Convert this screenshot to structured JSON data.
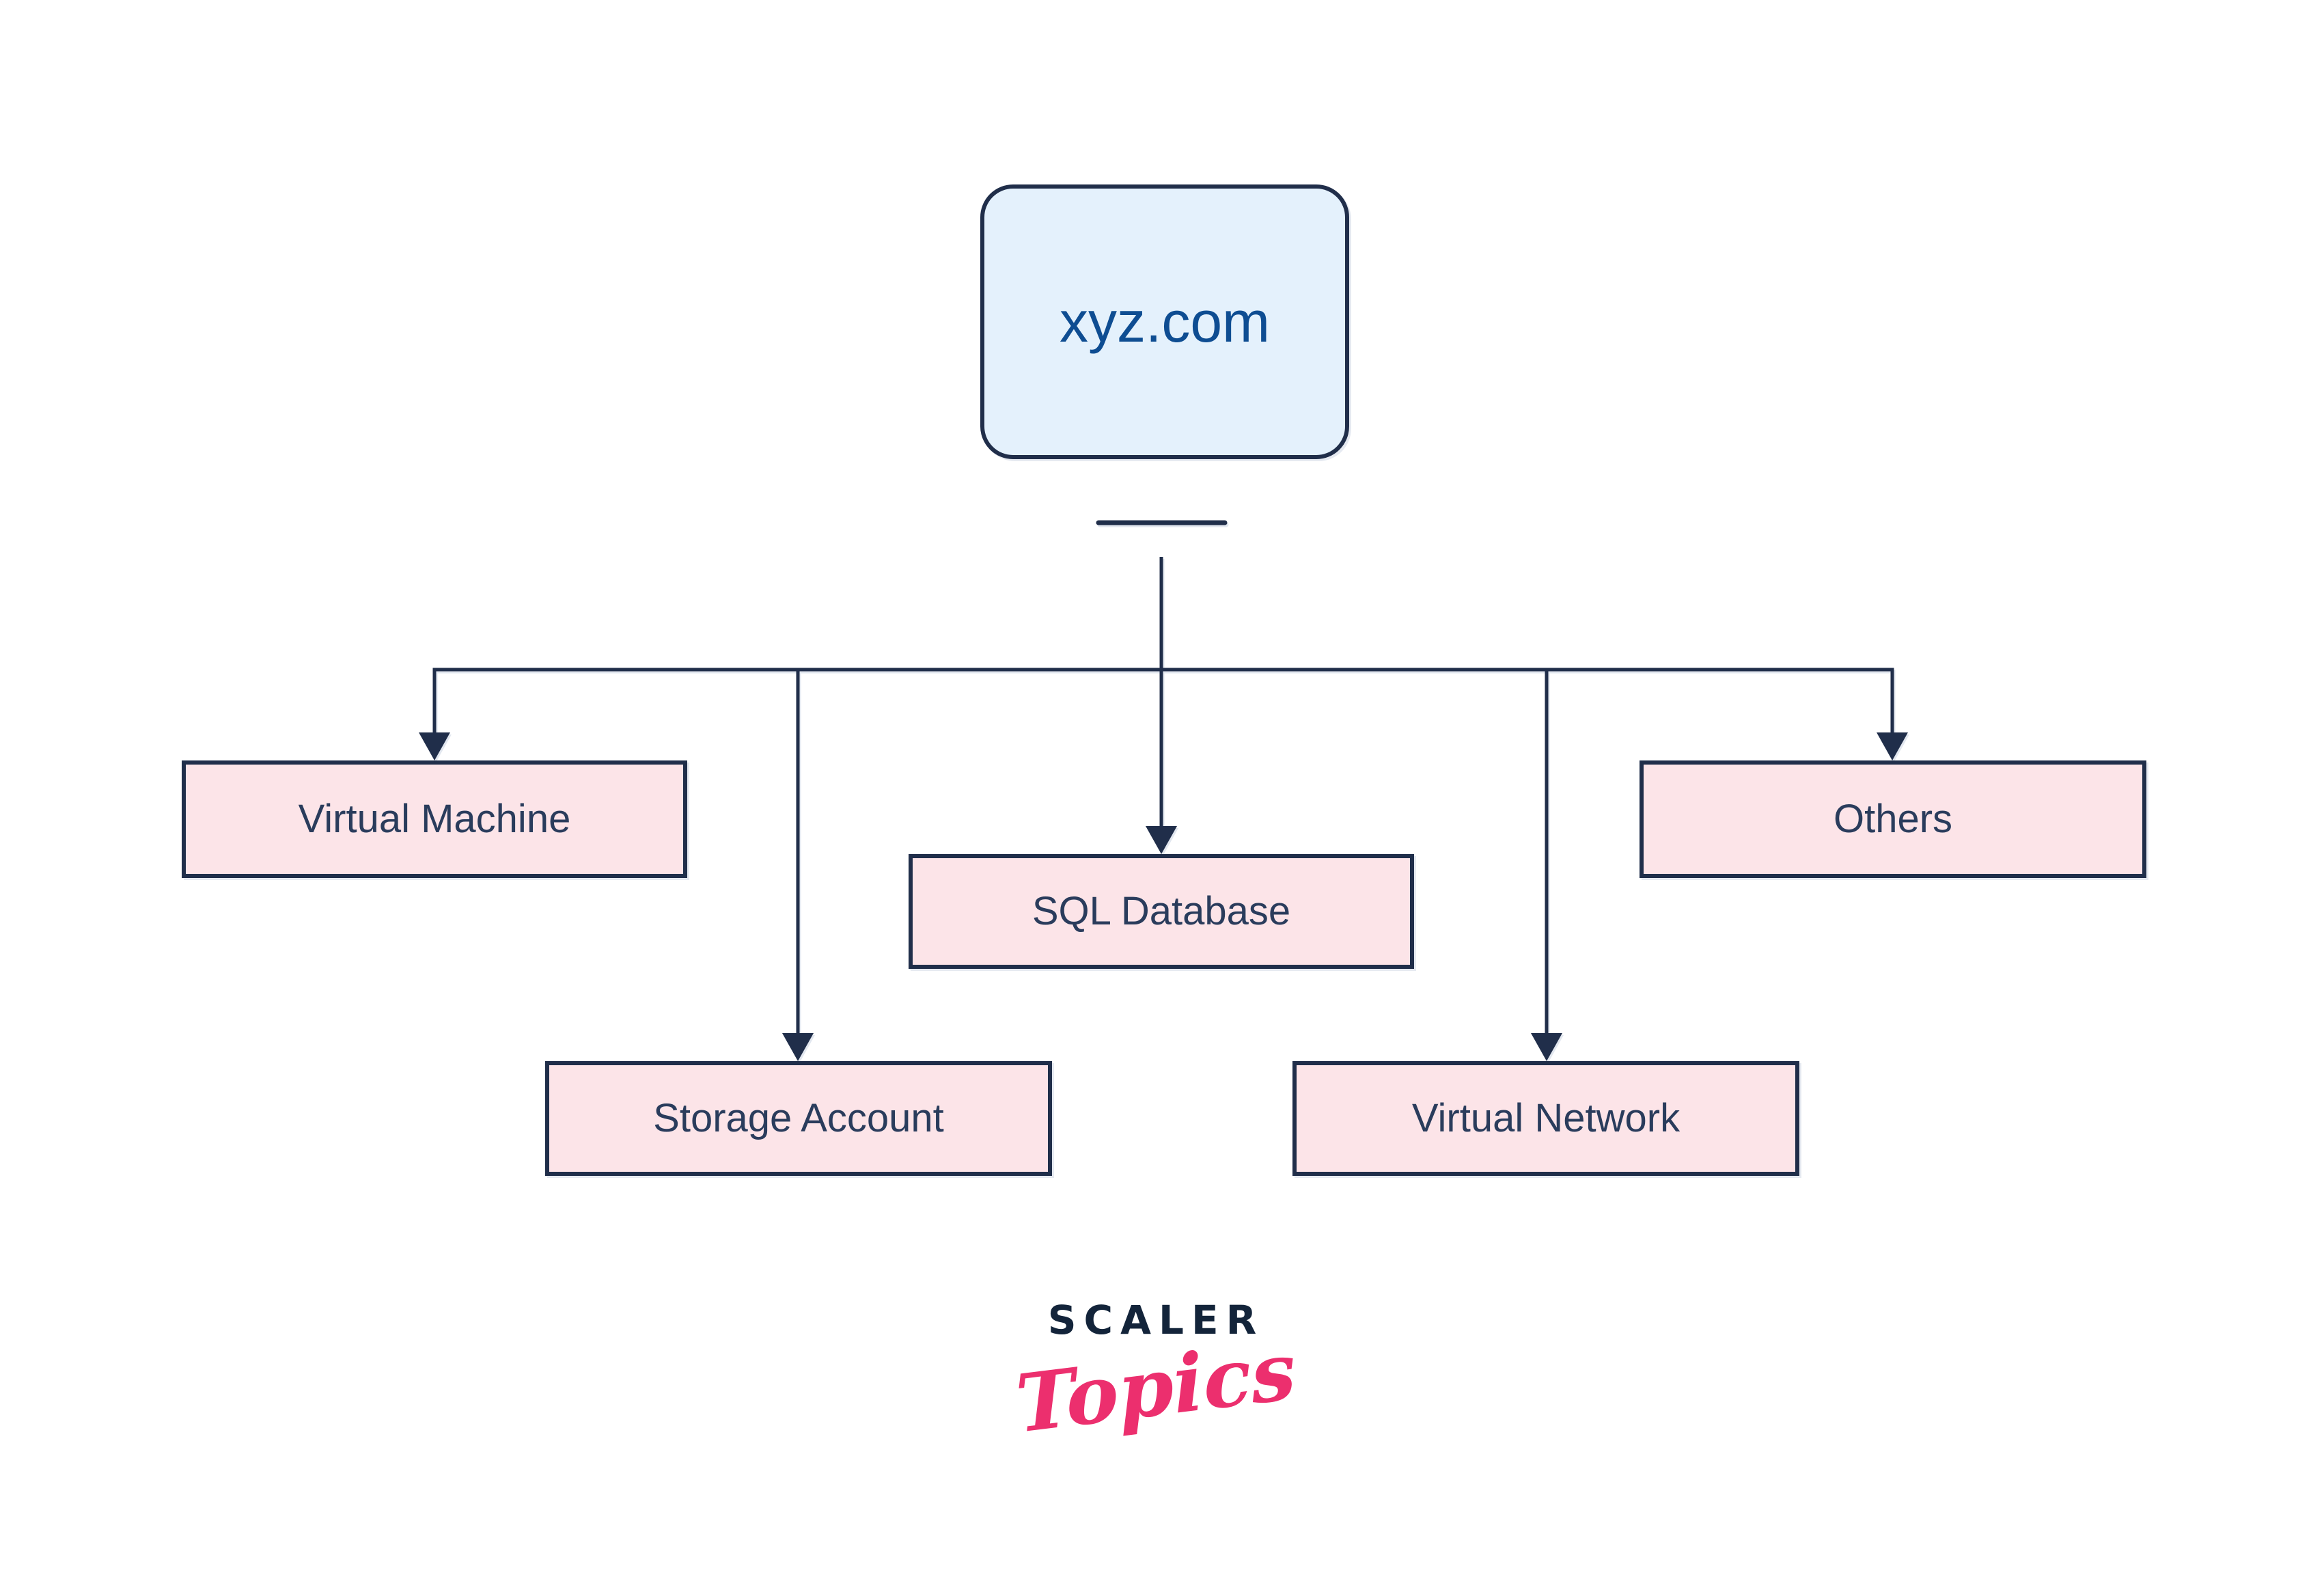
{
  "theme": {
    "background": "#ffffff",
    "line": "#202e4a",
    "node_border": "#202e4a",
    "root_fill": "#e4f1fc",
    "root_text": "#0e4d92",
    "child_fill": "#fce4e8",
    "child_text": "#2a3c5c",
    "brand_navy": "#13243a",
    "brand_pink": "#ec2f6e"
  },
  "diagram": {
    "type": "hierarchy-flowchart",
    "root": {
      "label": "xyz.com"
    },
    "children": [
      {
        "label": "Virtual Machine"
      },
      {
        "label": "Storage Account"
      },
      {
        "label": "SQL Database"
      },
      {
        "label": "Virtual Network"
      },
      {
        "label": "Others"
      }
    ]
  },
  "branding": {
    "name": "SCALER",
    "wordmark": "Topics"
  }
}
